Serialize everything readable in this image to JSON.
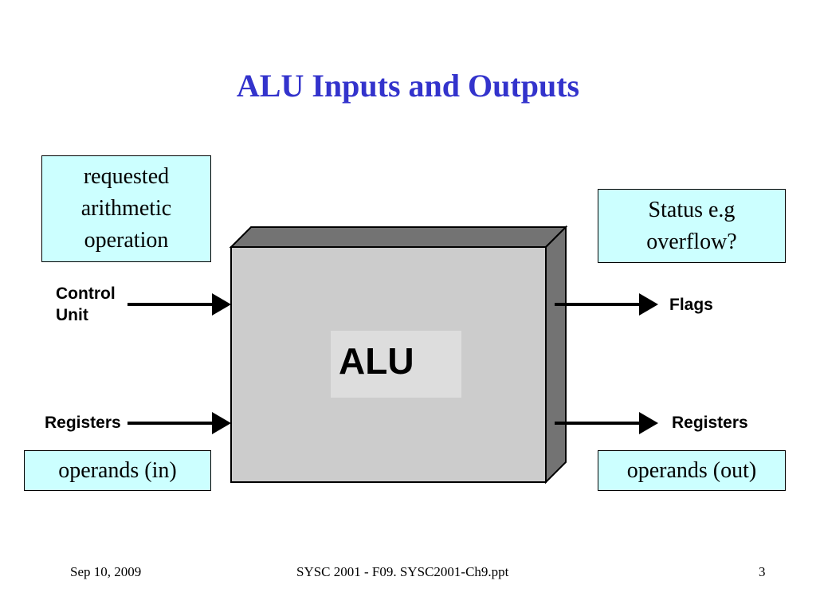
{
  "slide": {
    "title": "ALU Inputs and Outputs"
  },
  "diagram": {
    "block_label": "ALU",
    "inputs": {
      "control_label_line1": "Control",
      "control_label_line2": "Unit",
      "registers_label": "Registers"
    },
    "outputs": {
      "flags_label": "Flags",
      "registers_label": "Registers"
    },
    "notes": {
      "operation_line1": "requested",
      "operation_line2": "arithmetic",
      "operation_line3": "operation",
      "status_line1": "Status e.g",
      "status_line2": "overflow?",
      "operands_in": "operands (in)",
      "operands_out": "operands (out)"
    },
    "colors": {
      "title": "#3333cc",
      "note_fill": "#ccffff",
      "block_front": "#cccccc",
      "block_side": "#737373"
    }
  },
  "footer": {
    "date": "Sep 10, 2009",
    "course": "SYSC 2001 - F09. SYSC2001-Ch9.ppt",
    "page": "3"
  }
}
